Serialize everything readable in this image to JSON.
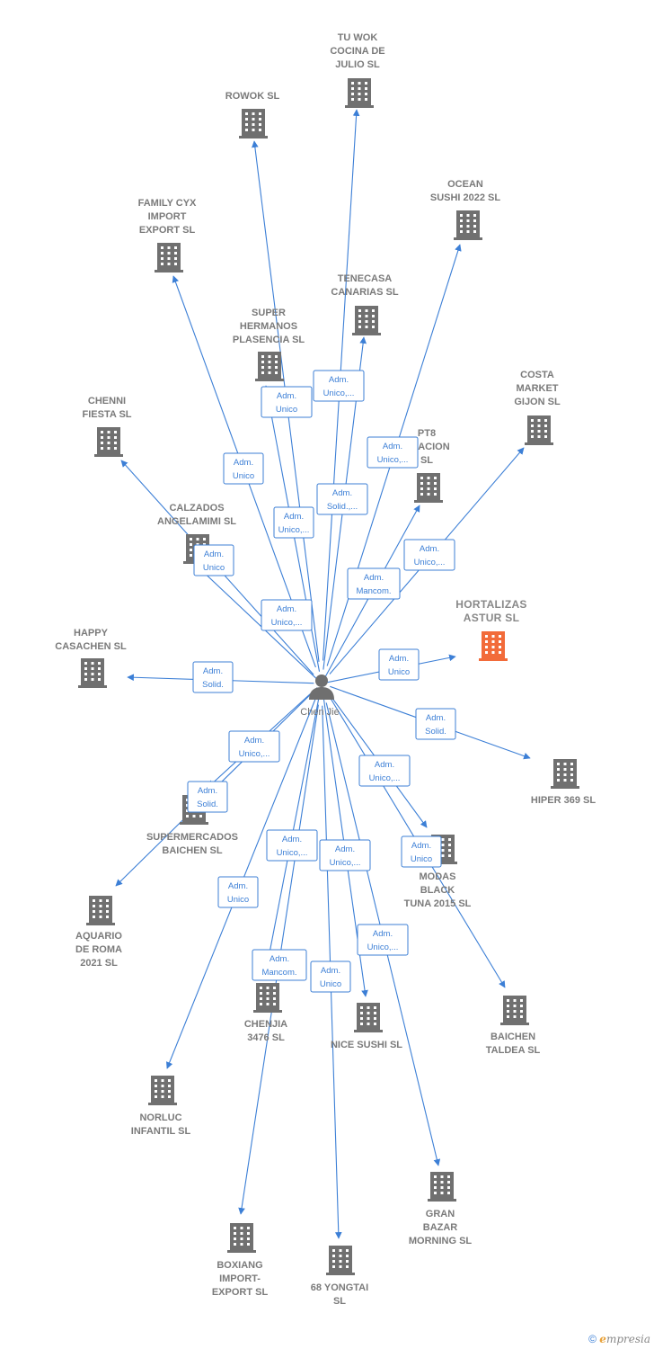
{
  "center": {
    "name": "Chen Jie"
  },
  "colors": {
    "edge": "#3c7fd6",
    "building": "#707070",
    "highlight": "#f26b3a"
  },
  "companies": [
    {
      "id": "tuwok",
      "lines": [
        "TU WOK",
        "COCINA DE",
        "JULIO  SL"
      ]
    },
    {
      "id": "rowok",
      "lines": [
        "ROWOK  SL"
      ]
    },
    {
      "id": "ocean",
      "lines": [
        "OCEAN",
        "SUSHI 2022  SL"
      ]
    },
    {
      "id": "familycyx",
      "lines": [
        "FAMILY CYX",
        "IMPORT",
        "EXPORT  SL"
      ]
    },
    {
      "id": "tenecasa",
      "lines": [
        "TENECASA",
        "CANARIAS SL"
      ]
    },
    {
      "id": "superhermanos",
      "lines": [
        "SUPER",
        "HERMANOS",
        "PLASENCIA SL"
      ]
    },
    {
      "id": "costamarket",
      "lines": [
        "COSTA",
        "MARKET",
        "GIJON  SL"
      ]
    },
    {
      "id": "chenni",
      "lines": [
        "CHENNI",
        "FIESTA SL"
      ]
    },
    {
      "id": "pt8",
      "lines": [
        "PT8",
        "URACION",
        "SL"
      ]
    },
    {
      "id": "calzados",
      "lines": [
        "CALZADOS",
        "ANGELAMIMI SL"
      ]
    },
    {
      "id": "hortalizas",
      "lines": [
        "HORTALIZAS",
        "ASTUR  SL"
      ],
      "highlight": true
    },
    {
      "id": "happy",
      "lines": [
        "HAPPY",
        "CASACHEN  SL"
      ]
    },
    {
      "id": "hiper369",
      "lines": [
        "HIPER 369  SL"
      ]
    },
    {
      "id": "supermercados",
      "lines": [
        "SUPERMERCADOS",
        "BAICHEN  SL"
      ]
    },
    {
      "id": "modas",
      "lines": [
        "MODAS",
        "BLACK",
        "TUNA 2015  SL"
      ]
    },
    {
      "id": "aquario",
      "lines": [
        "AQUARIO",
        "DE ROMA",
        "2021  SL"
      ]
    },
    {
      "id": "chenjia",
      "lines": [
        "CHENJIA",
        "3476  SL"
      ]
    },
    {
      "id": "nicesushi",
      "lines": [
        "NICE SUSHI  SL"
      ]
    },
    {
      "id": "baichentaldea",
      "lines": [
        "BAICHEN",
        "TALDEA  SL"
      ]
    },
    {
      "id": "norluc",
      "lines": [
        "NORLUC",
        "INFANTIL SL"
      ]
    },
    {
      "id": "granbazar",
      "lines": [
        "GRAN",
        "BAZAR",
        "MORNING  SL"
      ]
    },
    {
      "id": "boxiang",
      "lines": [
        "BOXIANG",
        "IMPORT-",
        "EXPORT SL"
      ]
    },
    {
      "id": "yongtai",
      "lines": [
        "68 YONGTAI",
        "SL"
      ]
    }
  ],
  "roles": [
    {
      "target": "tuwok",
      "lines": [
        "Adm.",
        "Unico,..."
      ]
    },
    {
      "target": "rowok",
      "lines": [
        "Adm.",
        "Unico"
      ]
    },
    {
      "target": "ocean",
      "lines": [
        "Adm.",
        "Unico,..."
      ]
    },
    {
      "target": "familycyx",
      "lines": [
        "Adm.",
        "Unico"
      ]
    },
    {
      "target": "tenecasa",
      "lines": [
        "Adm.",
        "Solid.,..."
      ]
    },
    {
      "target": "superhermanos",
      "lines": [
        "Adm.",
        "Unico,..."
      ]
    },
    {
      "target": "costamarket",
      "lines": [
        "Adm.",
        "Unico,..."
      ]
    },
    {
      "target": "chenni",
      "lines": [
        "Adm.",
        "Unico,..."
      ]
    },
    {
      "target": "pt8",
      "lines": [
        "Adm.",
        "Mancom."
      ]
    },
    {
      "target": "calzados",
      "lines": [
        "Adm.",
        "Unico"
      ]
    },
    {
      "target": "hortalizas",
      "lines": [
        "Adm.",
        "Unico"
      ]
    },
    {
      "target": "happy",
      "lines": [
        "Adm.",
        "Solid."
      ]
    },
    {
      "target": "hiper369",
      "lines": [
        "Adm.",
        "Solid."
      ]
    },
    {
      "target": "supermercados",
      "lines": [
        "Adm.",
        "Unico,..."
      ]
    },
    {
      "target": "modas",
      "lines": [
        "Adm.",
        "Unico,..."
      ]
    },
    {
      "target": "aquario",
      "lines": [
        "Adm.",
        "Solid."
      ]
    },
    {
      "target": "chenjia",
      "lines": [
        "Adm.",
        "Unico,..."
      ]
    },
    {
      "target": "nicesushi",
      "lines": [
        "Adm.",
        "Unico,..."
      ]
    },
    {
      "target": "baichentaldea",
      "lines": [
        "Adm.",
        "Unico"
      ]
    },
    {
      "target": "norluc",
      "lines": [
        "Adm.",
        "Unico"
      ]
    },
    {
      "target": "granbazar",
      "lines": [
        "Adm.",
        "Unico,..."
      ]
    },
    {
      "target": "boxiang",
      "lines": [
        "Adm.",
        "Mancom."
      ]
    },
    {
      "target": "yongtai",
      "lines": [
        "Adm.",
        "Unico"
      ]
    }
  ],
  "footer": {
    "copyright_symbol": "©",
    "brand_initial": "e",
    "brand_rest": "mpresia"
  }
}
